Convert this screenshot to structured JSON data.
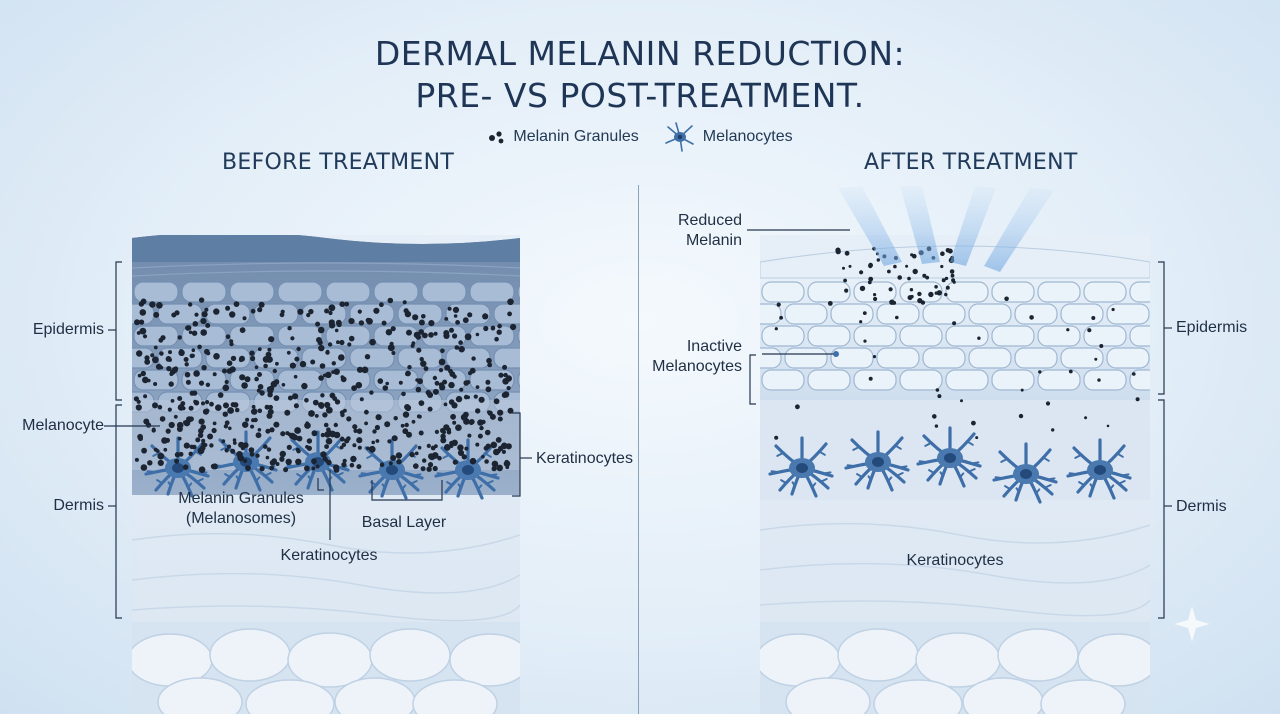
{
  "title": {
    "line1": "DERMAL MELANIN REDUCTION:",
    "line2": "PRE- VS POST-TREATMENT."
  },
  "legend": {
    "granules_label": "Melanin Granules",
    "melanocytes_label": "Melanocytes",
    "granules_icon": "granule-dots-icon",
    "melanocyte_icon": "melanocyte-cell-icon"
  },
  "before": {
    "heading": "BEFORE TREATMENT",
    "labels": {
      "epidermis": "Epidermis",
      "melanocyte": "Melanocyte",
      "dermis": "Dermis",
      "granules_line1": "Melanin Granules",
      "granules_line2": "(Melanosomes)",
      "keratinocytes_bottom": "Keratinocytes",
      "basal_layer": "Basal Layer",
      "keratinocytes_right": "Keratinocytes"
    }
  },
  "after": {
    "heading": "AFTER TREATMENT",
    "labels": {
      "reduced_line1": "Reduced",
      "reduced_line2": "Melanin",
      "inactive_line1": "Inactive",
      "inactive_line2": "Melanocytes",
      "epidermis": "Epidermis",
      "dermis": "Dermis",
      "keratinocytes": "Keratinocytes"
    }
  },
  "colors": {
    "title": "#1e3556",
    "melanocyte": "#3f6fa8",
    "granule": "#1b2430",
    "before_epidermis": "#7f98b8",
    "after_epidermis": "#dbe8f4"
  }
}
